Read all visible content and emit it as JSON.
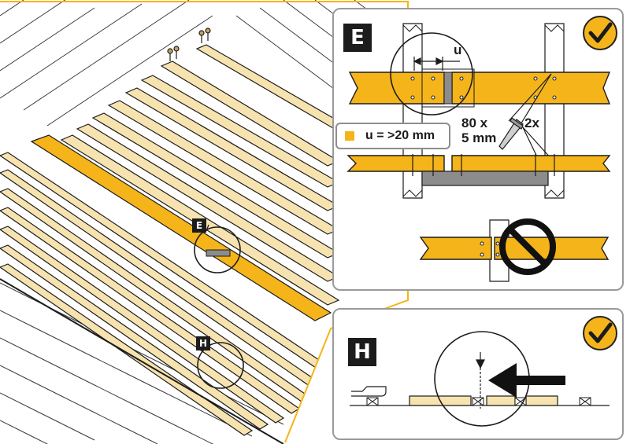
{
  "colors": {
    "timber": "#f5b419",
    "timber_light": "#f7e3b0",
    "steel_plate": "#8c8c8c",
    "outline": "#1c1c1c",
    "frame": "#9a9a9a"
  },
  "scene": {
    "callout_e": "E",
    "callout_h": "H"
  },
  "panel_e": {
    "letter": "E",
    "gap_label": "u",
    "legend_text": "u = >20 mm",
    "screw_size_line1": "80 x",
    "screw_size_line2": "5 mm",
    "screw_count": "2x",
    "correct_icon": "check-mark-icon",
    "wrong_icon": "prohibited-icon"
  },
  "panel_h": {
    "letter": "H",
    "correct_icon": "check-mark-icon"
  }
}
